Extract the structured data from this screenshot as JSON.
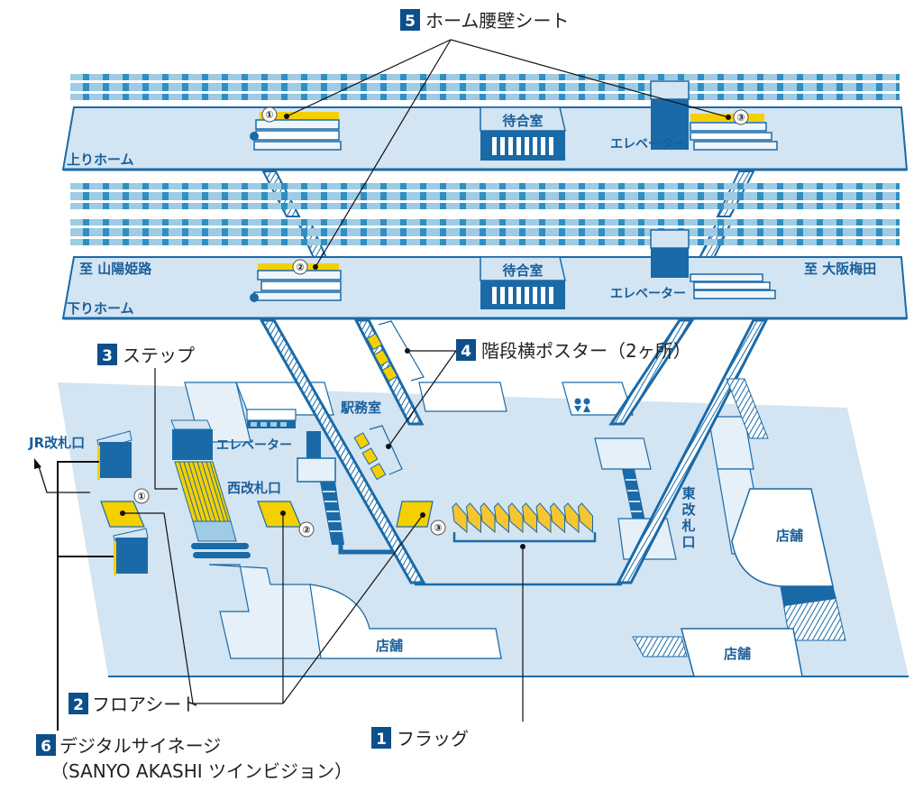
{
  "colors": {
    "platform_fill": "#d3e4f2",
    "platform_stroke": "#1a6aa8",
    "dark_blue": "#1a6aa8",
    "badge_blue": "#0d4f8b",
    "yellow": "#f5d000",
    "flag_yellow": "#f6c530",
    "track_light": "#9fcbe4",
    "track_dark": "#2f8fc4",
    "white": "#ffffff",
    "label_text": "#1a5f99"
  },
  "platforms": {
    "upper": {
      "name": "上りホーム",
      "waiting_room": "待合室",
      "elevator": "エレベーター",
      "markers": [
        "①",
        "③"
      ]
    },
    "lower": {
      "name": "下りホーム",
      "waiting_room": "待合室",
      "elevator": "エレベーター",
      "direction_left": "至 山陽姫路",
      "direction_right": "至 大阪梅田",
      "markers": [
        "②"
      ]
    }
  },
  "concourse": {
    "jr_gate": "JR改札口",
    "west_gate": "西改札口",
    "east_gate": [
      "東",
      "改",
      "札",
      "口"
    ],
    "station_office": "駅務室",
    "elevator": "エレベーター",
    "shops": [
      "店舗",
      "店舗",
      "店舗"
    ],
    "restroom_icon": "restroom-icon",
    "floor_markers": [
      "①",
      "②",
      "③"
    ],
    "flag_count": 10
  },
  "callouts": [
    {
      "num": "1",
      "label": "フラッグ"
    },
    {
      "num": "2",
      "label": "フロアシート"
    },
    {
      "num": "3",
      "label": "ステップ"
    },
    {
      "num": "4",
      "label": "階段横ポスター（2ヶ所）"
    },
    {
      "num": "5",
      "label": "ホーム腰壁シート"
    },
    {
      "num": "6",
      "label": "デジタルサイネージ",
      "sublabel": "（SANYO AKASHI ツインビジョン）"
    }
  ]
}
